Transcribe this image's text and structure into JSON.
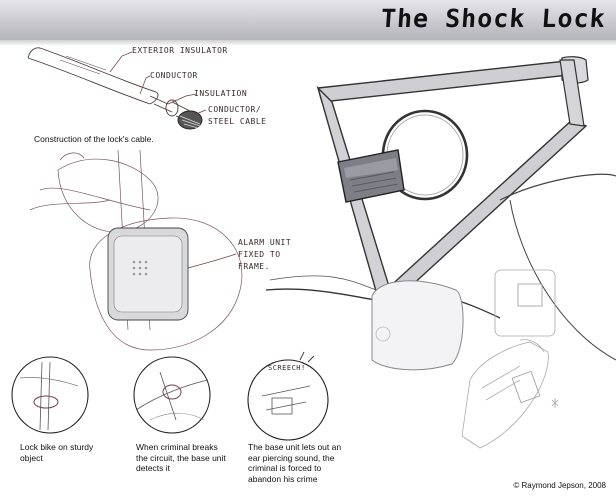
{
  "header": {
    "title": "The Shock Lock"
  },
  "cable_diagram": {
    "caption": "Construction of the lock's cable.",
    "labels": [
      "Exterior insulator",
      "Conductor",
      "Insulation",
      "Conductor/",
      "Steel cable"
    ]
  },
  "mount_sketch": {
    "label_lines": [
      "Alarm unit",
      "fixed to",
      "frame."
    ]
  },
  "steps": [
    {
      "caption": "Lock bike on sturdy object"
    },
    {
      "caption": "When criminal breaks the circuit, the base unit detects it"
    },
    {
      "caption": "The base unit lets out an ear piercing sound, the criminal is forced to abandon his crime"
    }
  ],
  "step3_sound": "Screech!",
  "footer": {
    "copyright": "© Raymond Jepson, 2008"
  }
}
